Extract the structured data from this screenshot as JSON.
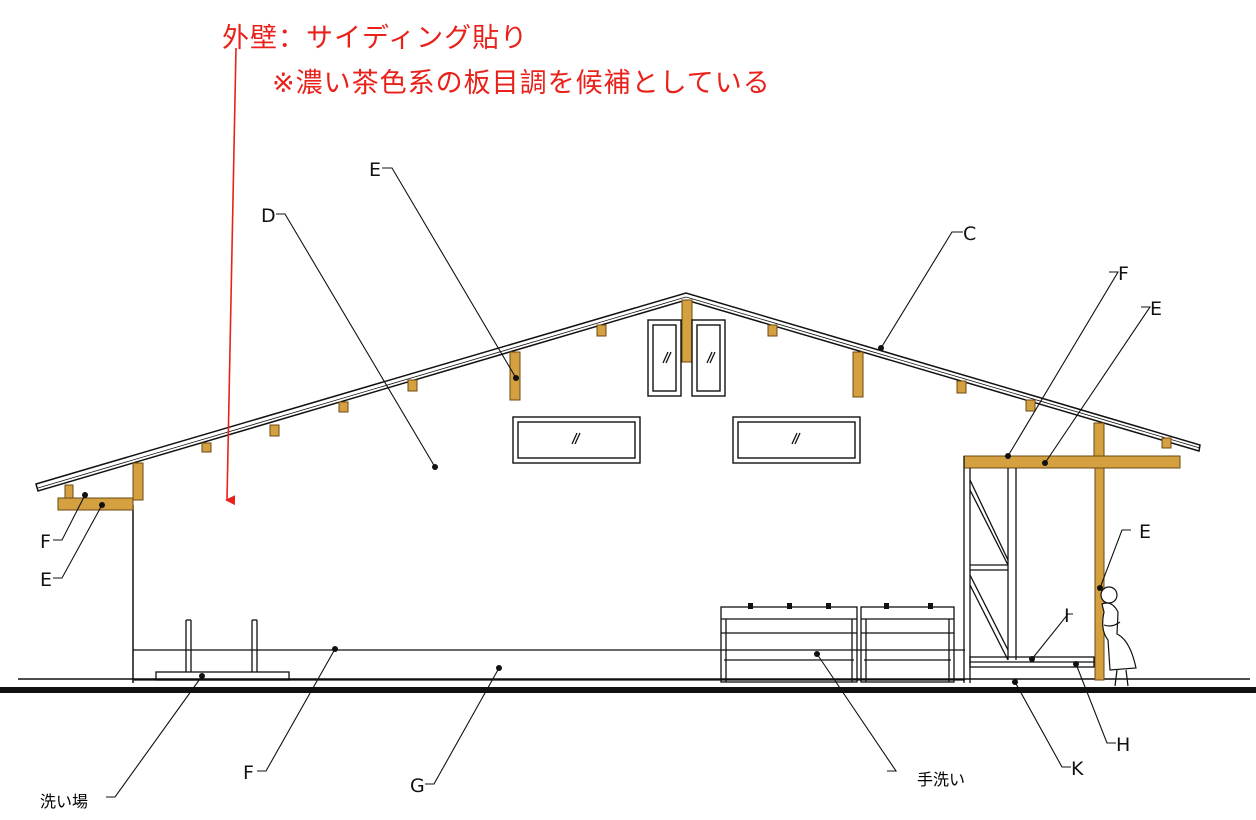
{
  "notes": {
    "exterior_wall": "外壁：サイディング貼り",
    "exterior_wall_sub": "※濃い茶色系の板目調を候補としている",
    "wash_area": "洗い場",
    "hand_wash": "手洗い"
  },
  "callouts": {
    "c": "C",
    "d": "D",
    "e_top": "E",
    "e_left": "E",
    "e_right_beam": "E",
    "e_right_post": "E",
    "f_left": "F",
    "f_right": "F",
    "f_bottom": "F",
    "g": "G",
    "h": "H",
    "i": "I",
    "k": "K"
  },
  "colors": {
    "timber": "#d4a040",
    "timber_stroke": "#6b4a12",
    "annotation_red": "#e8211b",
    "line": "#111111"
  }
}
